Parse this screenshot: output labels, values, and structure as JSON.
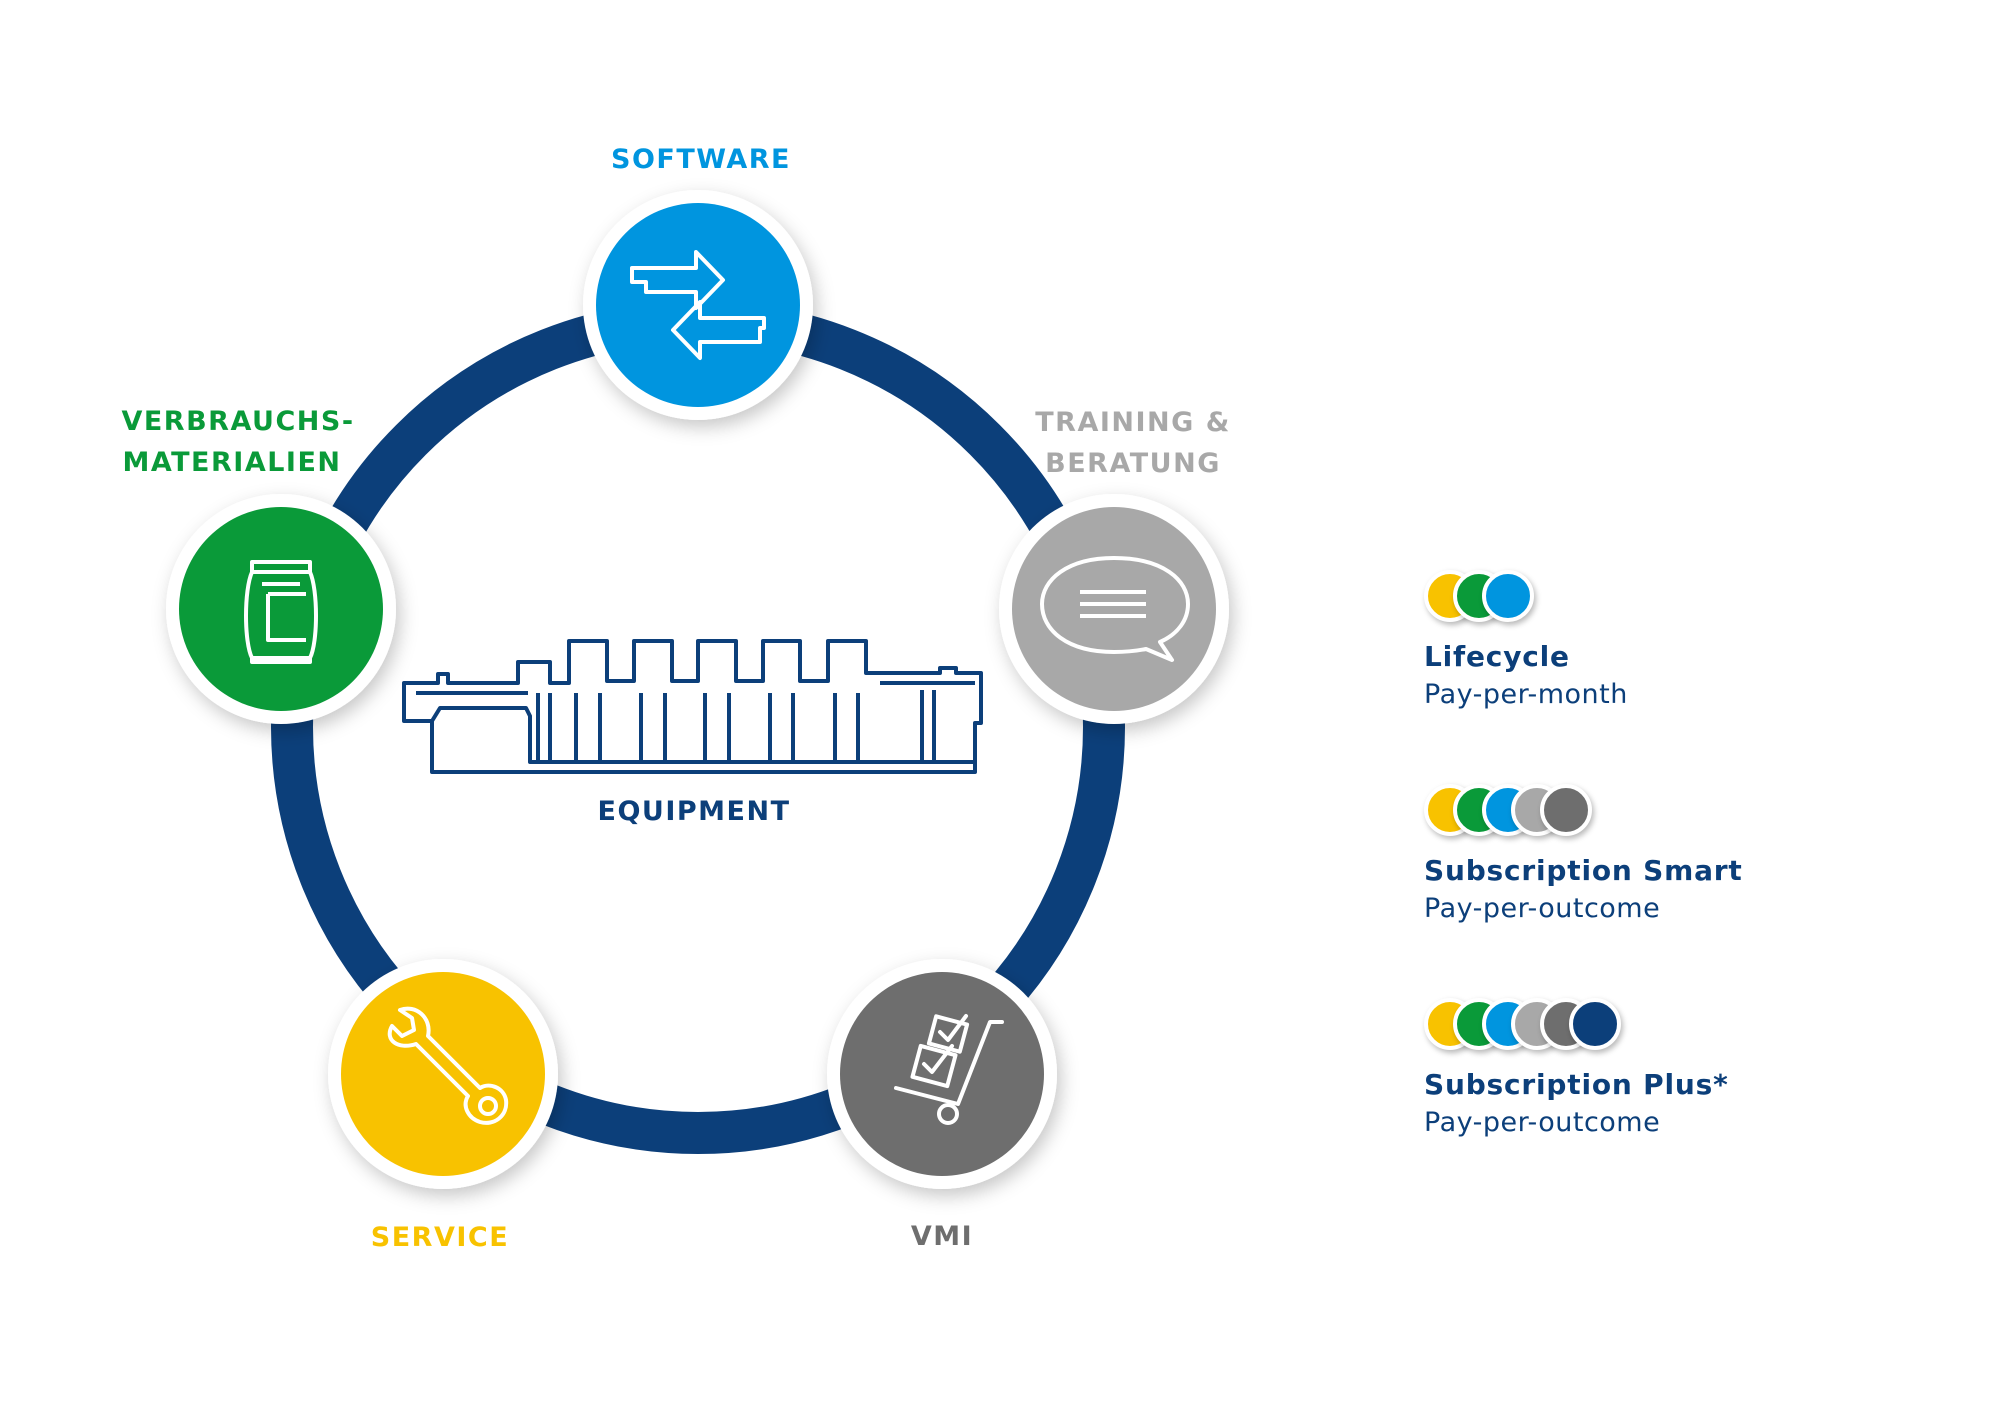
{
  "colors": {
    "ring": "#0c3f7a",
    "software": "#0095df",
    "training": "#a8a8a8",
    "vmi": "#6e6e6e",
    "service": "#f8c200",
    "consumables": "#0a9a39",
    "equipment": "#0c3f7a"
  },
  "nodes": {
    "software": {
      "label": "SOFTWARE",
      "icon": "arrows-exchange-icon"
    },
    "training": {
      "label_line1": "TRAINING &",
      "label_line2": "BERATUNG",
      "icon": "speech-bubble-icon"
    },
    "vmi": {
      "label": "VMI",
      "icon": "hand-truck-icon"
    },
    "service": {
      "label": "SERVICE",
      "icon": "wrench-icon"
    },
    "consumables": {
      "label_line1": "VERBRAUCHS-",
      "label_line2": "MATERIALIEN",
      "icon": "consumables-container-icon"
    }
  },
  "center": {
    "label": "EQUIPMENT",
    "icon": "printing-press-icon"
  },
  "legend": [
    {
      "name": "Lifecycle",
      "subtitle": "Pay-per-month",
      "dots": [
        "#f8c200",
        "#0a9a39",
        "#0095df"
      ]
    },
    {
      "name": "Subscription Smart",
      "subtitle": "Pay-per-outcome",
      "dots": [
        "#f8c200",
        "#0a9a39",
        "#0095df",
        "#a8a8a8",
        "#6e6e6e"
      ]
    },
    {
      "name": "Subscription Plus*",
      "subtitle": "Pay-per-outcome",
      "dots": [
        "#f8c200",
        "#0a9a39",
        "#0095df",
        "#a8a8a8",
        "#6e6e6e",
        "#0c3f7a"
      ]
    }
  ]
}
